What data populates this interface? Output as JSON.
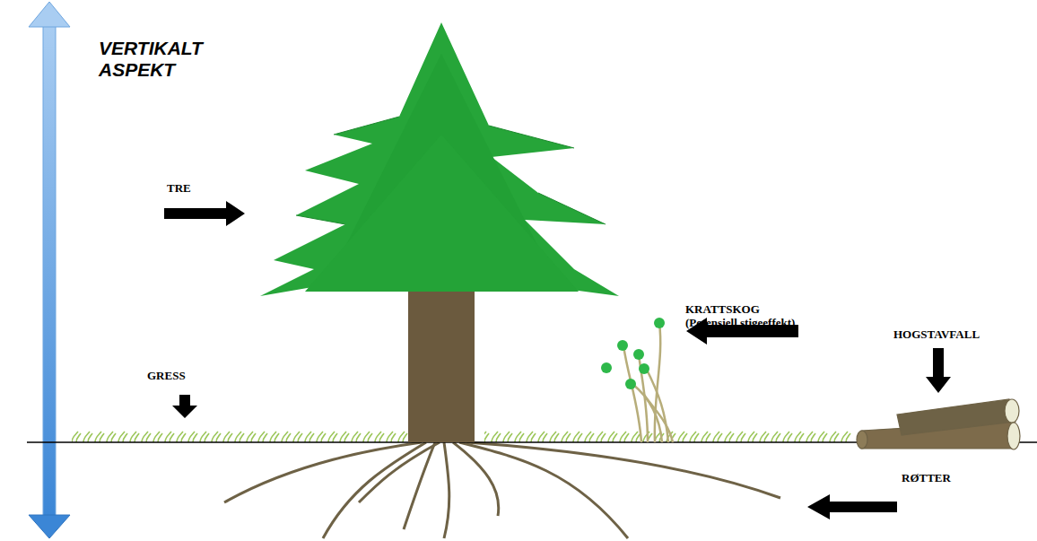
{
  "diagram": {
    "title": "VERTIKALT ASPEKT",
    "labels": [
      "TRE",
      "KRATTSKOG",
      "(Potensiell stigeeffekt)",
      "GRESS",
      "HOGSTAVFALL",
      "RØTTER"
    ]
  }
}
